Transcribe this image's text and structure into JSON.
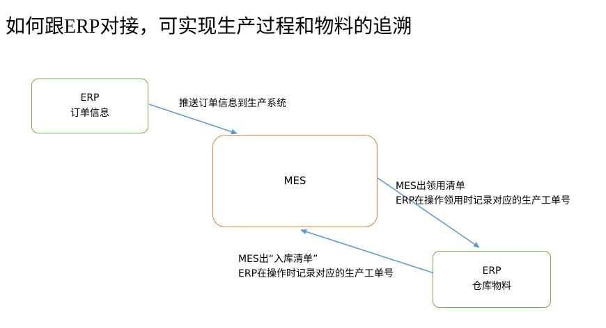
{
  "title": "如何跟ERP对接，可实现生产过程和物料的追溯",
  "nodes": {
    "erp_order": {
      "line1": "ERP",
      "line2": "订单信息"
    },
    "mes": {
      "label": "MES"
    },
    "erp_warehouse": {
      "line1": "ERP",
      "line2": "仓库物料"
    }
  },
  "edges": {
    "order_to_mes": {
      "label": "推送订单信息到生产系统"
    },
    "mes_to_warehouse": {
      "line1": "MES出领用清单",
      "line2": "ERP在操作领用时记录对应的生产工单号"
    },
    "warehouse_to_mes": {
      "line1": "MES出“入库清单”",
      "line2": "ERP在操作时记录对应的生产工单号"
    }
  },
  "colors": {
    "node_green": "#70AD47",
    "node_orange": "#ED7D31",
    "arrow_blue": "#5B9BD5",
    "text": "#000000"
  }
}
